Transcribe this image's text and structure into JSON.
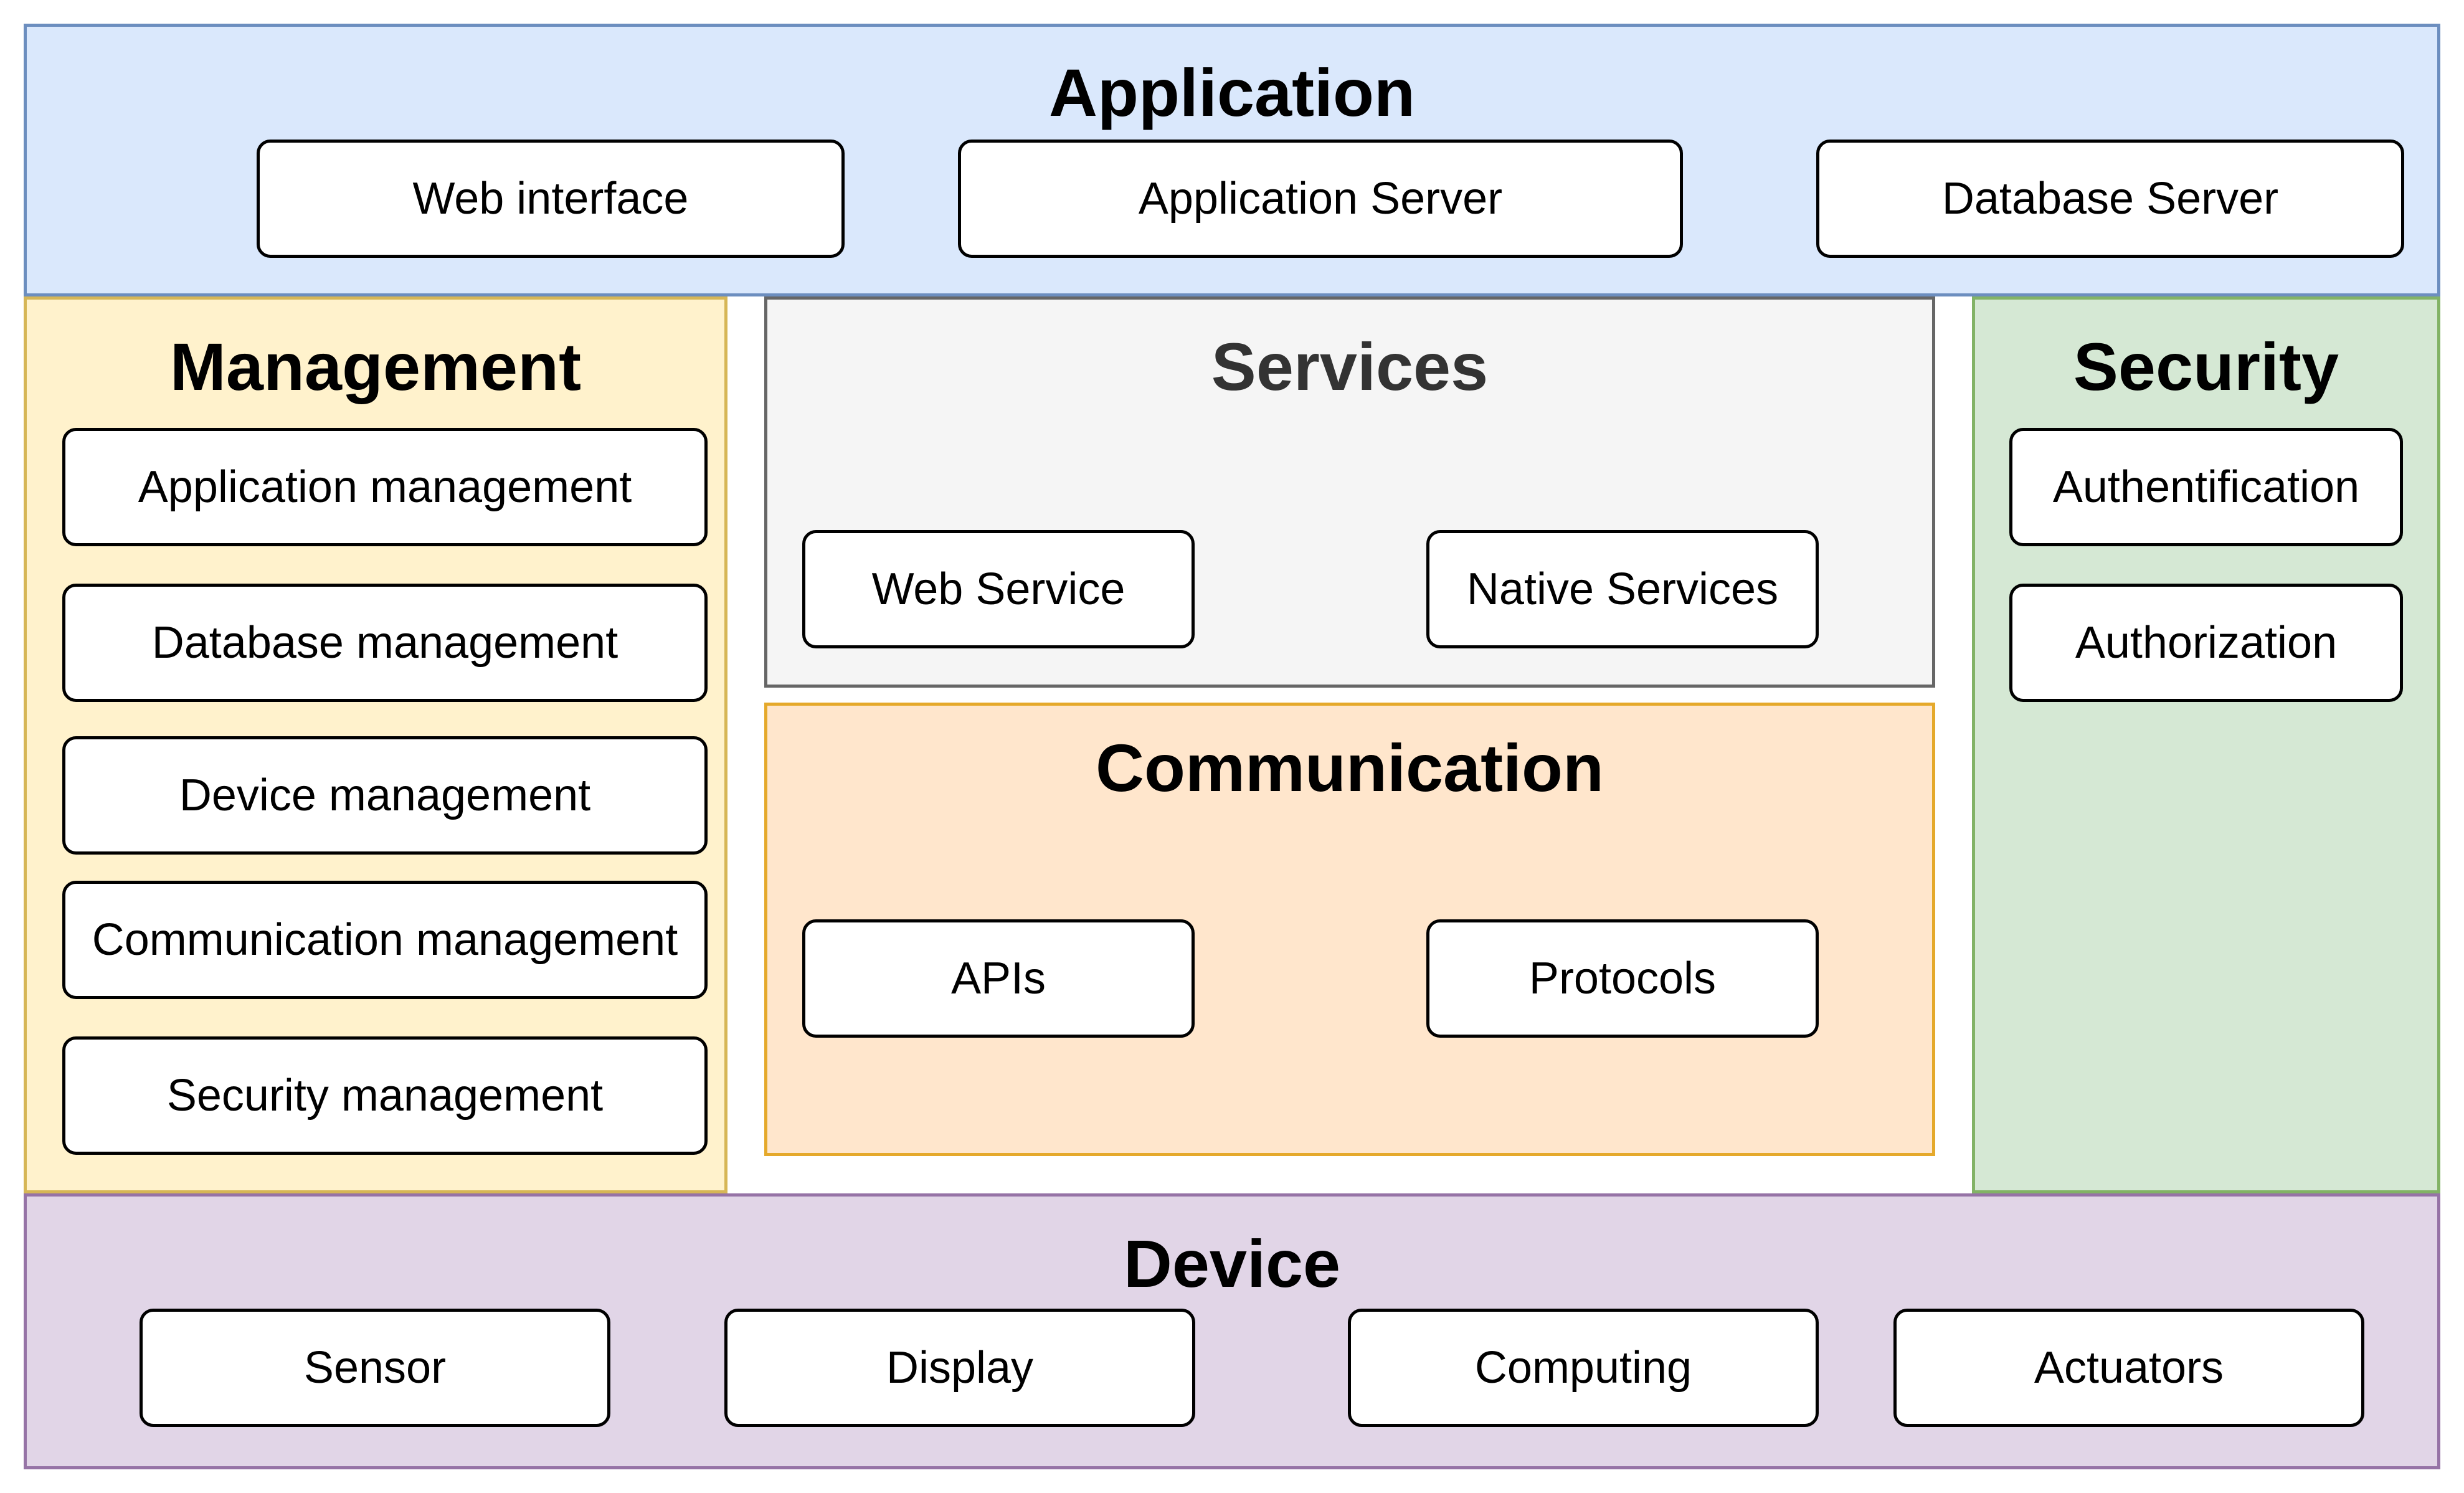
{
  "application": {
    "title": "Application",
    "items": [
      "Web interface",
      "Application Server",
      "Database Server"
    ]
  },
  "management": {
    "title": "Management",
    "items": [
      "Application management",
      "Database management",
      "Device management",
      "Communication management",
      "Security management"
    ]
  },
  "services": {
    "title": "Services",
    "items": [
      "Web Service",
      "Native Services"
    ]
  },
  "communication": {
    "title": "Communication",
    "items": [
      "APIs",
      "Protocols"
    ]
  },
  "security": {
    "title": "Security",
    "items": [
      "Authentification",
      "Authorization"
    ]
  },
  "device": {
    "title": "Device",
    "items": [
      "Sensor",
      "Display",
      "Computing",
      "Actuators"
    ]
  },
  "colors": {
    "application_fill": "#dae8fc",
    "management_fill": "#fff2cc",
    "services_fill": "#f5f5f5",
    "communication_fill": "#ffe6cc",
    "security_fill": "#d5e8d4",
    "device_fill": "#e1d5e7"
  }
}
